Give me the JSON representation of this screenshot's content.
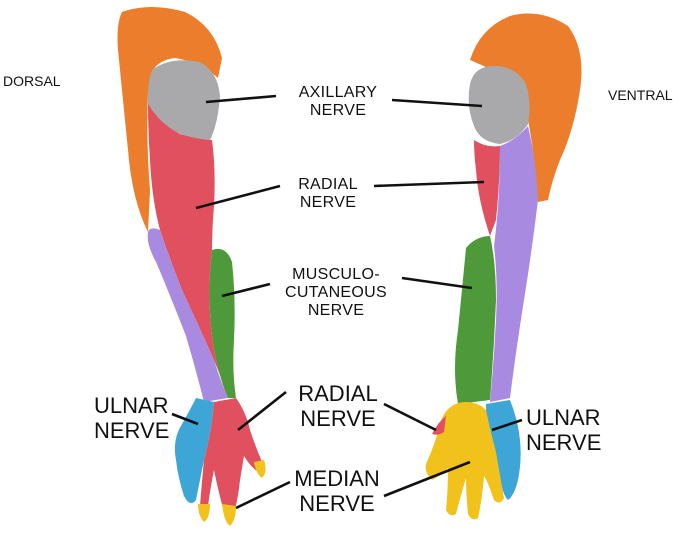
{
  "views": {
    "dorsal": "DORSAL",
    "ventral": "VENTRAL"
  },
  "labels": {
    "axillary": [
      "AXILLARY",
      "NERVE"
    ],
    "radial_upper": [
      "RADIAL",
      "NERVE"
    ],
    "musculocutaneous": [
      "MUSCULO-",
      "CUTANEOUS",
      "NERVE"
    ],
    "radial_lower": [
      "RADIAL",
      "NERVE"
    ],
    "median": [
      "MEDIAN",
      "NERVE"
    ],
    "ulnar_left": [
      "ULNAR",
      "NERVE"
    ],
    "ulnar_right": [
      "ULNAR",
      "NERVE"
    ]
  },
  "colors": {
    "shoulder": "#ec7d2c",
    "axillary": "#a9a9ab",
    "radial": "#e0505f",
    "musculocutaneous": "#4e9a3a",
    "medial_cutaneous": "#a88be0",
    "ulnar": "#3ea6d6",
    "median": "#f1c21b",
    "lines": "#111111"
  }
}
